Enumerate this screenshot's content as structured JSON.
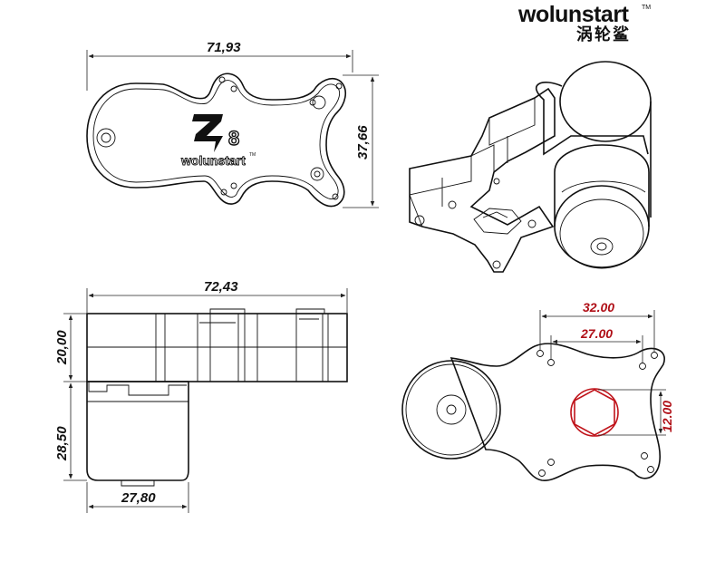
{
  "brand": {
    "name": "wolunstart",
    "trademark": "TM",
    "chinese": "涡轮鲨"
  },
  "top_view": {
    "width_label": "71,93",
    "height_label": "37,66",
    "logo_mark": "Z",
    "logo_number": "8",
    "logo_text": "wolunstart",
    "logo_tm": "TM"
  },
  "side_view": {
    "width_label": "72,43",
    "upper_height_label": "20,00",
    "lower_height_label": "28,50",
    "bottom_width_label": "27,80"
  },
  "bottom_view": {
    "outer_span_label": "32.00",
    "inner_span_label": "27.00",
    "hex_label": "12.00"
  },
  "colors": {
    "line": "#111111",
    "red_dimension": "#c0141b"
  }
}
